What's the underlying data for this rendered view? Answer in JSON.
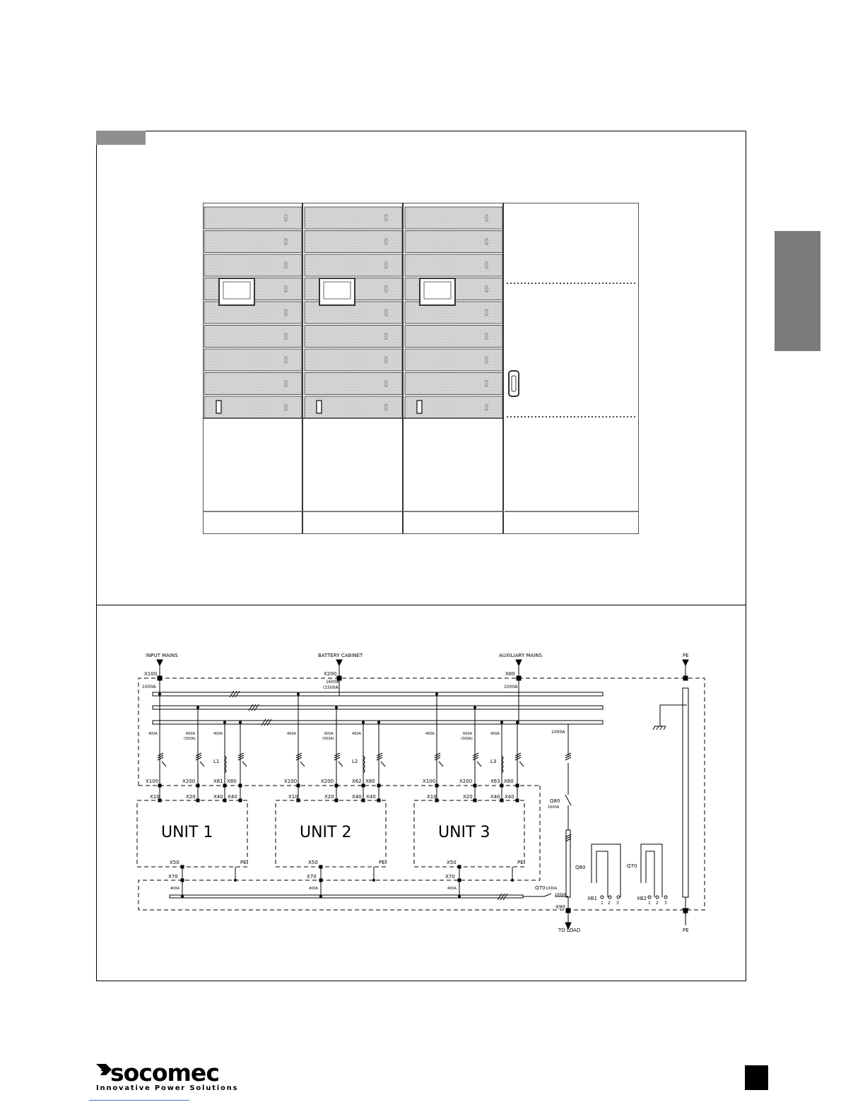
{
  "labels": {
    "input_mains": "INPUT MAINS",
    "battery_cabinet": "BATTERY CABINET",
    "auxiliary_mains": "AUXILIARY MAINS",
    "pe_top": "PE",
    "pe_bottom": "PE",
    "to_load": "TO LOAD",
    "x100_top": "X100",
    "x200_top": "X200",
    "x80_top": "X80",
    "rating_1000a_left": "1000A",
    "rating_1600a": "1600A",
    "rating_1500a": "(1500A)",
    "rating_1000a_right": "1000A",
    "rating_1000a_q80": "1000A",
    "q80": "Q80",
    "q80_rating": "1600A",
    "q80_side": "Q80",
    "q70_side": "Q70",
    "q70": "Q70",
    "q70_rating": "1000A",
    "q70_rating2": "1000A",
    "x90": "X90",
    "xb1": "XB1",
    "xb2": "XB2"
  },
  "units": [
    {
      "name": "UNIT 1",
      "r400": "400A",
      "r600": "600A",
      "r500": "(500A)",
      "r400b": "400A",
      "inductor": "L1",
      "t1": "X100",
      "t2": "X200",
      "t3": "X61",
      "t4": "X80",
      "b1": "X10",
      "b2": "X20",
      "b3": "X40",
      "b4": "X40",
      "x50": "X50",
      "pe": "PE",
      "x70": "X70",
      "r70": "400A"
    },
    {
      "name": "UNIT 2",
      "r400": "400A",
      "r600": "600A",
      "r500": "(500A)",
      "r400b": "400A",
      "inductor": "L2",
      "t1": "X100",
      "t2": "X200",
      "t3": "X62",
      "t4": "X80",
      "b1": "X10",
      "b2": "X20",
      "b3": "X40",
      "b4": "X40",
      "x50": "X50",
      "pe": "PE",
      "x70": "X70",
      "r70": "400A"
    },
    {
      "name": "UNIT 3",
      "r400": "400A",
      "r600": "600A",
      "r500": "(500A)",
      "r400b": "400A",
      "inductor": "L3",
      "t1": "X100",
      "t2": "X200",
      "t3": "X63",
      "t4": "X80",
      "b1": "X10",
      "b2": "X20",
      "b3": "X40",
      "b4": "X40",
      "x50": "X50",
      "pe": "PE",
      "x70": "X70",
      "r70": "400A"
    }
  ],
  "xb_terminals": [
    "1",
    "2",
    "3"
  ],
  "logo": {
    "brand": "socomec",
    "tagline": "Innovative Power Solutions"
  }
}
